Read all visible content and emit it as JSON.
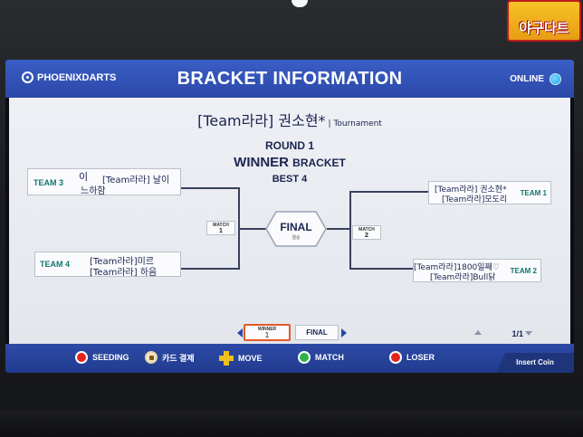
{
  "cabinet": {
    "logo_text": "야구다트"
  },
  "header": {
    "brand": "PHOENIXDARTS",
    "title": "BRACKET INFORMATION",
    "status": "ONLINE"
  },
  "event": {
    "name": "[Team라라] 권소현*",
    "mode": "| Tournament",
    "round": "ROUND 1",
    "bracket_big": "WINNER",
    "bracket_small": "BRACKET",
    "best": "BEST 4"
  },
  "bracket": {
    "left": [
      {
        "team": "TEAM 3",
        "players": [
          "이",
          "[Team라라] 날이",
          "느하함"
        ]
      },
      {
        "team": "TEAM 4",
        "players": [
          "[Team라라]미르",
          "[Team라라] 하음"
        ]
      }
    ],
    "right": [
      {
        "team": "TEAM 1",
        "players": [
          "[Team라라] 권소현*",
          "[Team라라]모도리"
        ]
      },
      {
        "team": "TEAM 2",
        "players": [
          "[Team라라]1800일째♡",
          "[Team라라]Bull닭"
        ]
      }
    ],
    "match_left": {
      "label": "MATCH",
      "number": "1"
    },
    "match_right": {
      "label": "MATCH",
      "number": "2"
    },
    "final": {
      "label": "FINAL",
      "sub": "결승"
    }
  },
  "pager": {
    "winner_label": "WINNER",
    "winner_number": "1",
    "final_label": "FINAL",
    "page_indicator": "1/1"
  },
  "footer": {
    "seeding": "SEEDING",
    "card_pay": "카드 결제",
    "move": "MOVE",
    "match": "MATCH",
    "loser": "LOSER",
    "insert_coin": "Insert Coin"
  },
  "colors": {
    "header_blue": "#2b48a8",
    "team_tag": "#13766f",
    "text_navy": "#1b2450",
    "winner_border": "#e2582a"
  }
}
